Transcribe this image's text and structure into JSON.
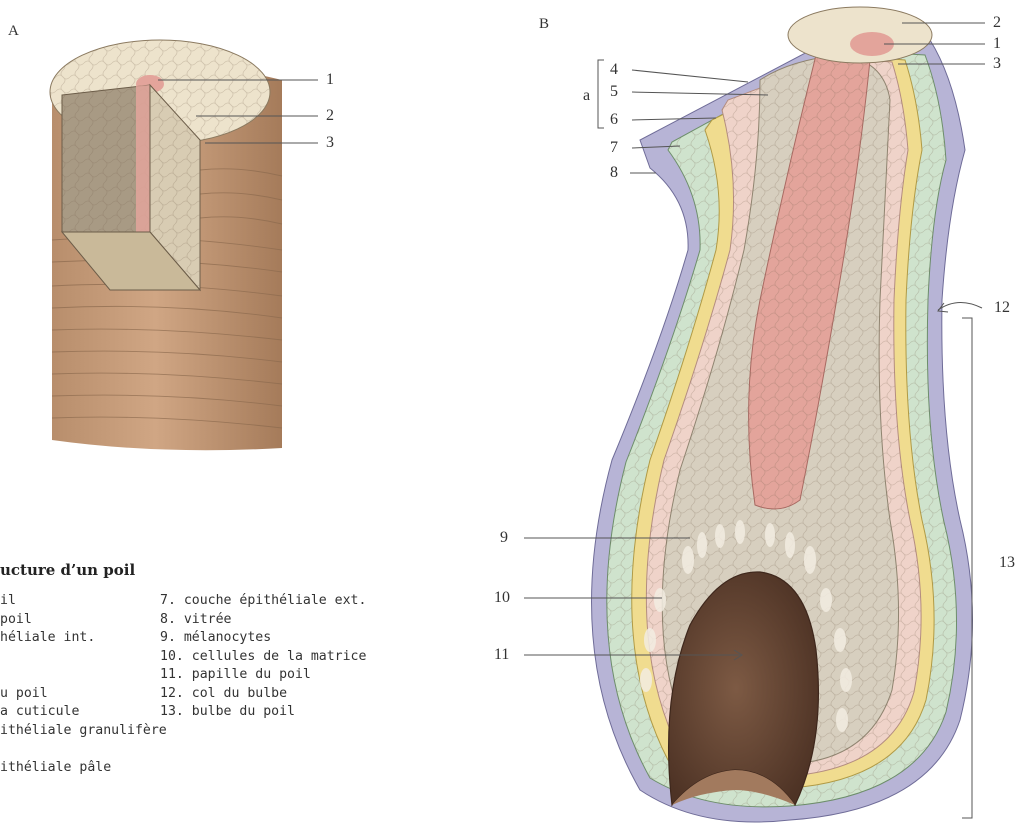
{
  "panels": {
    "a": "A",
    "b": "B"
  },
  "panel_a_callouts": [
    "1",
    "2",
    "3"
  ],
  "panel_b_callouts": {
    "n1": "1",
    "n2": "2",
    "n3": "3",
    "n4": "4",
    "n5": "5",
    "n6": "6",
    "n7": "7",
    "n8": "8",
    "n9": "9",
    "n10": "10",
    "n11": "11",
    "n12": "12",
    "n13": "13",
    "bracket_a": "a"
  },
  "legend": {
    "title": "ucture d’un poil",
    "left_col": [
      "il",
      "poil",
      "héliale int.",
      "",
      "",
      "u poil",
      "a cuticule",
      "ithéliale granulifère",
      "",
      "ithéliale pâle"
    ],
    "right_col": [
      "7. couche épithéliale ext.",
      "8. vitrée",
      "9. mélanocytes",
      "10. cellules de la matrice",
      "11. papille du poil",
      "12. col du bulbe",
      "13. bulbe du poil"
    ]
  },
  "colors": {
    "skin": "#c9a07e",
    "medulla": "#e3a49b",
    "cortex": "#d7cfbf",
    "outer_root_sheath": "#cfe3cd",
    "henle_yellow": "#f0dc8f",
    "vitreous": "#b7b4d6",
    "papilla": "#6e4e3a"
  }
}
